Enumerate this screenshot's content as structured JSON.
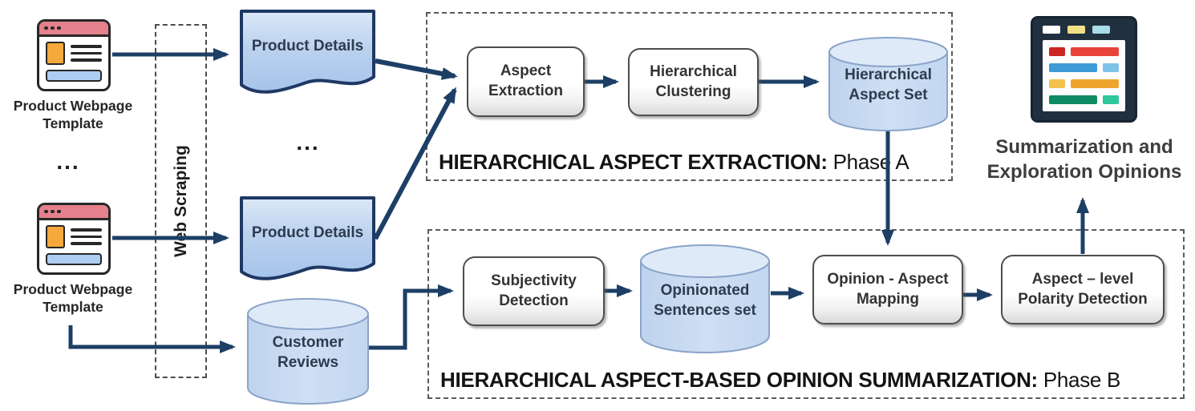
{
  "diagram": {
    "sources": {
      "template1": "Product Webpage Template",
      "template2": "Product Webpage Template",
      "templates_ellipsis": "...",
      "details_ellipsis": "..."
    },
    "scraper": {
      "label": "Web Scraping"
    },
    "stores": {
      "product_details_1": "Product Details",
      "product_details_2": "Product Details",
      "customer_reviews": "Customer Reviews",
      "hierarchical_aspect_set": "Hierarchical Aspect Set",
      "opinionated_sentences": "Opinionated Sentences set"
    },
    "phase_a": {
      "title": "HIERARCHICAL ASPECT EXTRACTION:",
      "phase": " Phase A",
      "aspect_extraction": "Aspect Extraction",
      "hierarchical_clustering": "Hierarchical Clustering"
    },
    "phase_b": {
      "title": "HIERARCHICAL ASPECT-BASED OPINION SUMMARIZATION:",
      "phase": " Phase B",
      "subjectivity_detection": "Subjectivity Detection",
      "opinion_aspect_mapping": "Opinion - Aspect Mapping",
      "aspect_level_polarity": "Aspect – level Polarity Detection"
    },
    "output": {
      "label": "Summarization and Exploration Opinions"
    },
    "colors": {
      "arrow": "#1d3f66",
      "doc_border": "#1f3864",
      "doc_fill_top": "#dce8f7",
      "doc_fill_bottom": "#a5c3ea",
      "cylinder_fill": "#c8daf2",
      "cylinder_top": "#dfeaf9",
      "cylinder_border": "#8aa4c8",
      "process_box_border": "#4d4d4d",
      "dashed_border": "#5a5a5a"
    }
  }
}
